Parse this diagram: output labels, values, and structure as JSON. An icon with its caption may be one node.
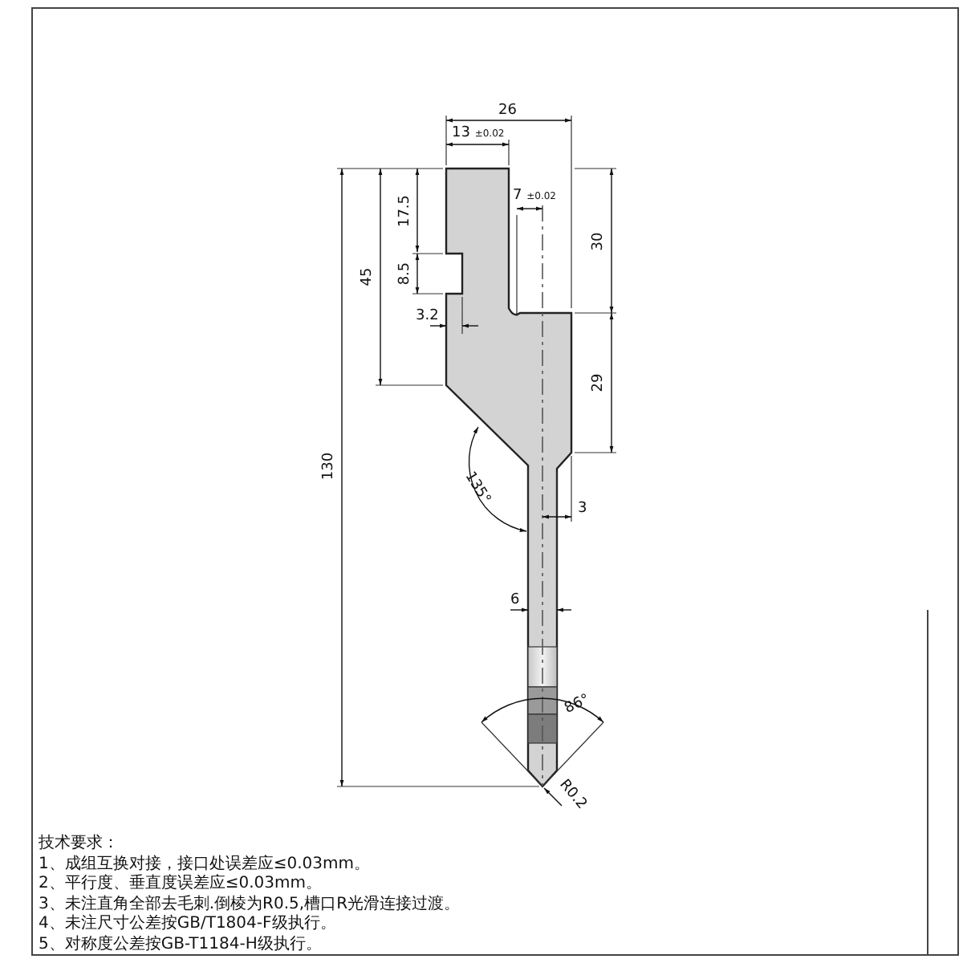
{
  "diagram": {
    "labels": [
      "26",
      "13 $_{±0.02}$",
      "17.5",
      "45",
      "8.5",
      "7 $_{±0.02}$",
      "30",
      "3.2",
      "29",
      "130",
      "135°",
      "3",
      "6",
      "86°",
      "R0.2",
      "技术要求：",
      "1、成组互换对接，接口处误差应≤0.03mm。",
      "2、平行度、垂直度误差应≤0.03mm。",
      "3、未注直角全部去毛刺.倒棱为R0.5,槽口R光滑连接过渡。",
      "4、未注尺寸公差按GB/T1804-F级执行。",
      "5、对称度公差按GB-T1184-H级执行。"
    ]
  }
}
